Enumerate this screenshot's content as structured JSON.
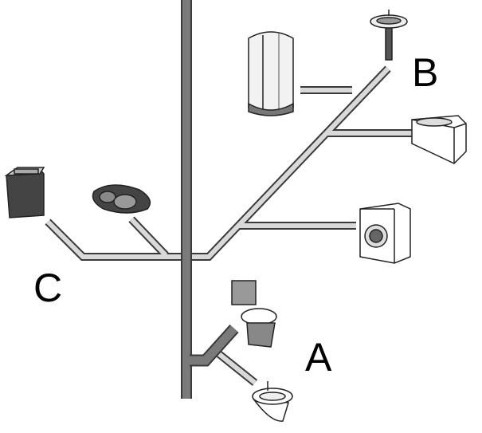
{
  "labels": {
    "a": "A",
    "b": "B",
    "c": "C"
  },
  "colors": {
    "stack": "#7a7a7a",
    "pipe": "#d9d9d9",
    "outline": "#3a3a3a"
  },
  "fixtures": [
    "sink",
    "shower-cabin",
    "bathtub",
    "washing-machine",
    "toilet",
    "bidet",
    "dishwasher",
    "kitchen-sink"
  ]
}
